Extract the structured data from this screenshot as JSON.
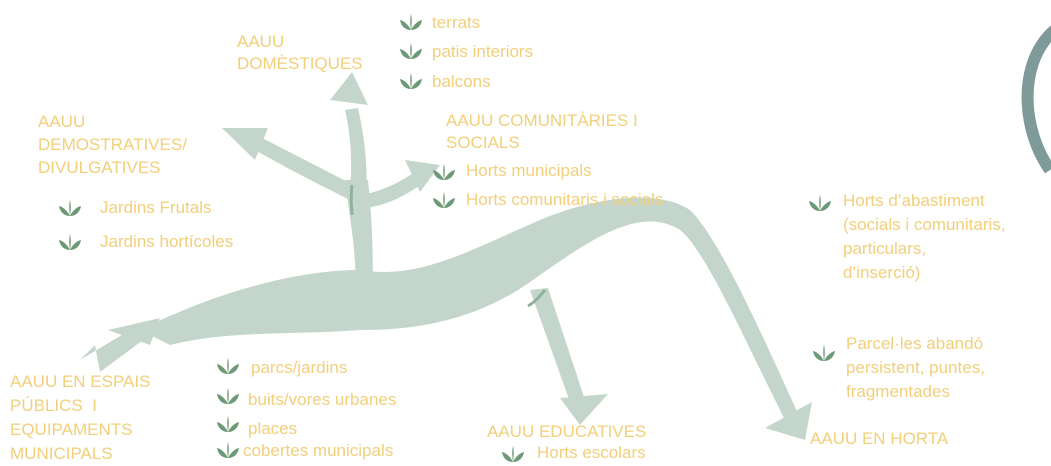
{
  "colors": {
    "text": "#f2cf7a",
    "branch": "#c4d6cb",
    "leaf": "#6d9a76",
    "ring": "#7e9a99"
  },
  "nodes": {
    "domestic": {
      "title": "AAUU\nDOMÈSTIQUES",
      "items": [
        "terrats",
        "patis interiors",
        "balcons"
      ]
    },
    "demonstrative": {
      "title": "AAUU\nDEMOSTRATIVES/\nDIVULGATIVES",
      "items": [
        "Jardins Frutals",
        "Jardins hortícoles"
      ]
    },
    "community": {
      "title": "AAUU COMUNITÀRIES I\nSOCIALS",
      "items": [
        "Horts municipals",
        "Horts comunitaris i socials"
      ]
    },
    "public": {
      "title": "AAUU EN ESPAIS\nPÚBLICS  I\nEQUIPAMENTS\nMUNICIPALS",
      "items": [
        "parcs/jardins",
        "buits/vores urbanes",
        "places",
        "cobertes municipals"
      ]
    },
    "educational": {
      "title": "AAUU EDUCATIVES",
      "items": [
        "Horts escolars"
      ]
    },
    "orchard": {
      "title": "AAUU EN HORTA",
      "items": [
        "Horts d’abastiment\n(socials i comunitaris,\nparticulars,\nd’inserció)",
        "Parcel·les abandó\npersistent, puntes,\nfragmentades"
      ]
    }
  }
}
